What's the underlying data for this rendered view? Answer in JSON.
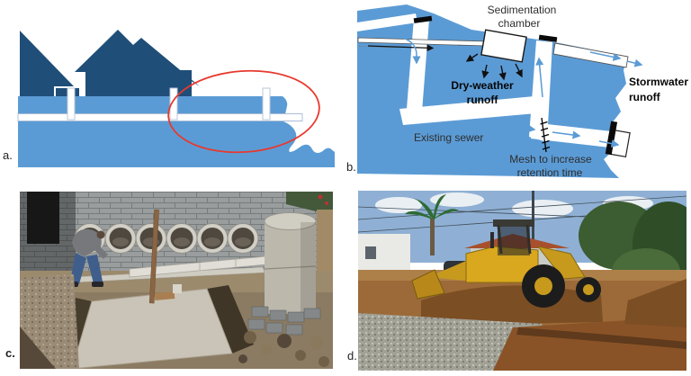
{
  "panels": {
    "a": {
      "label": "a."
    },
    "b": {
      "label": "b.",
      "annotations": {
        "sedimentation_line1": "Sedimentation",
        "sedimentation_line2": "chamber",
        "dry_weather_line1": "Dry-weather",
        "dry_weather_line2": "runoff",
        "stormwater_line1": "Stormwater",
        "stormwater_line2": "runoff",
        "existing_sewer": "Existing sewer",
        "mesh_line1": "Mesh to increase",
        "mesh_line2": "retention time"
      }
    },
    "c": {
      "label": "c."
    },
    "d": {
      "label": "d."
    }
  },
  "colors": {
    "diagram_blue": "#5B9BD5",
    "house_blue": "#1F4E79",
    "highlight_red": "#E8392E",
    "arrow_blue": "#5B9BD5",
    "cap_black": "#0A0A0A",
    "ink": "#1A1A1A"
  }
}
